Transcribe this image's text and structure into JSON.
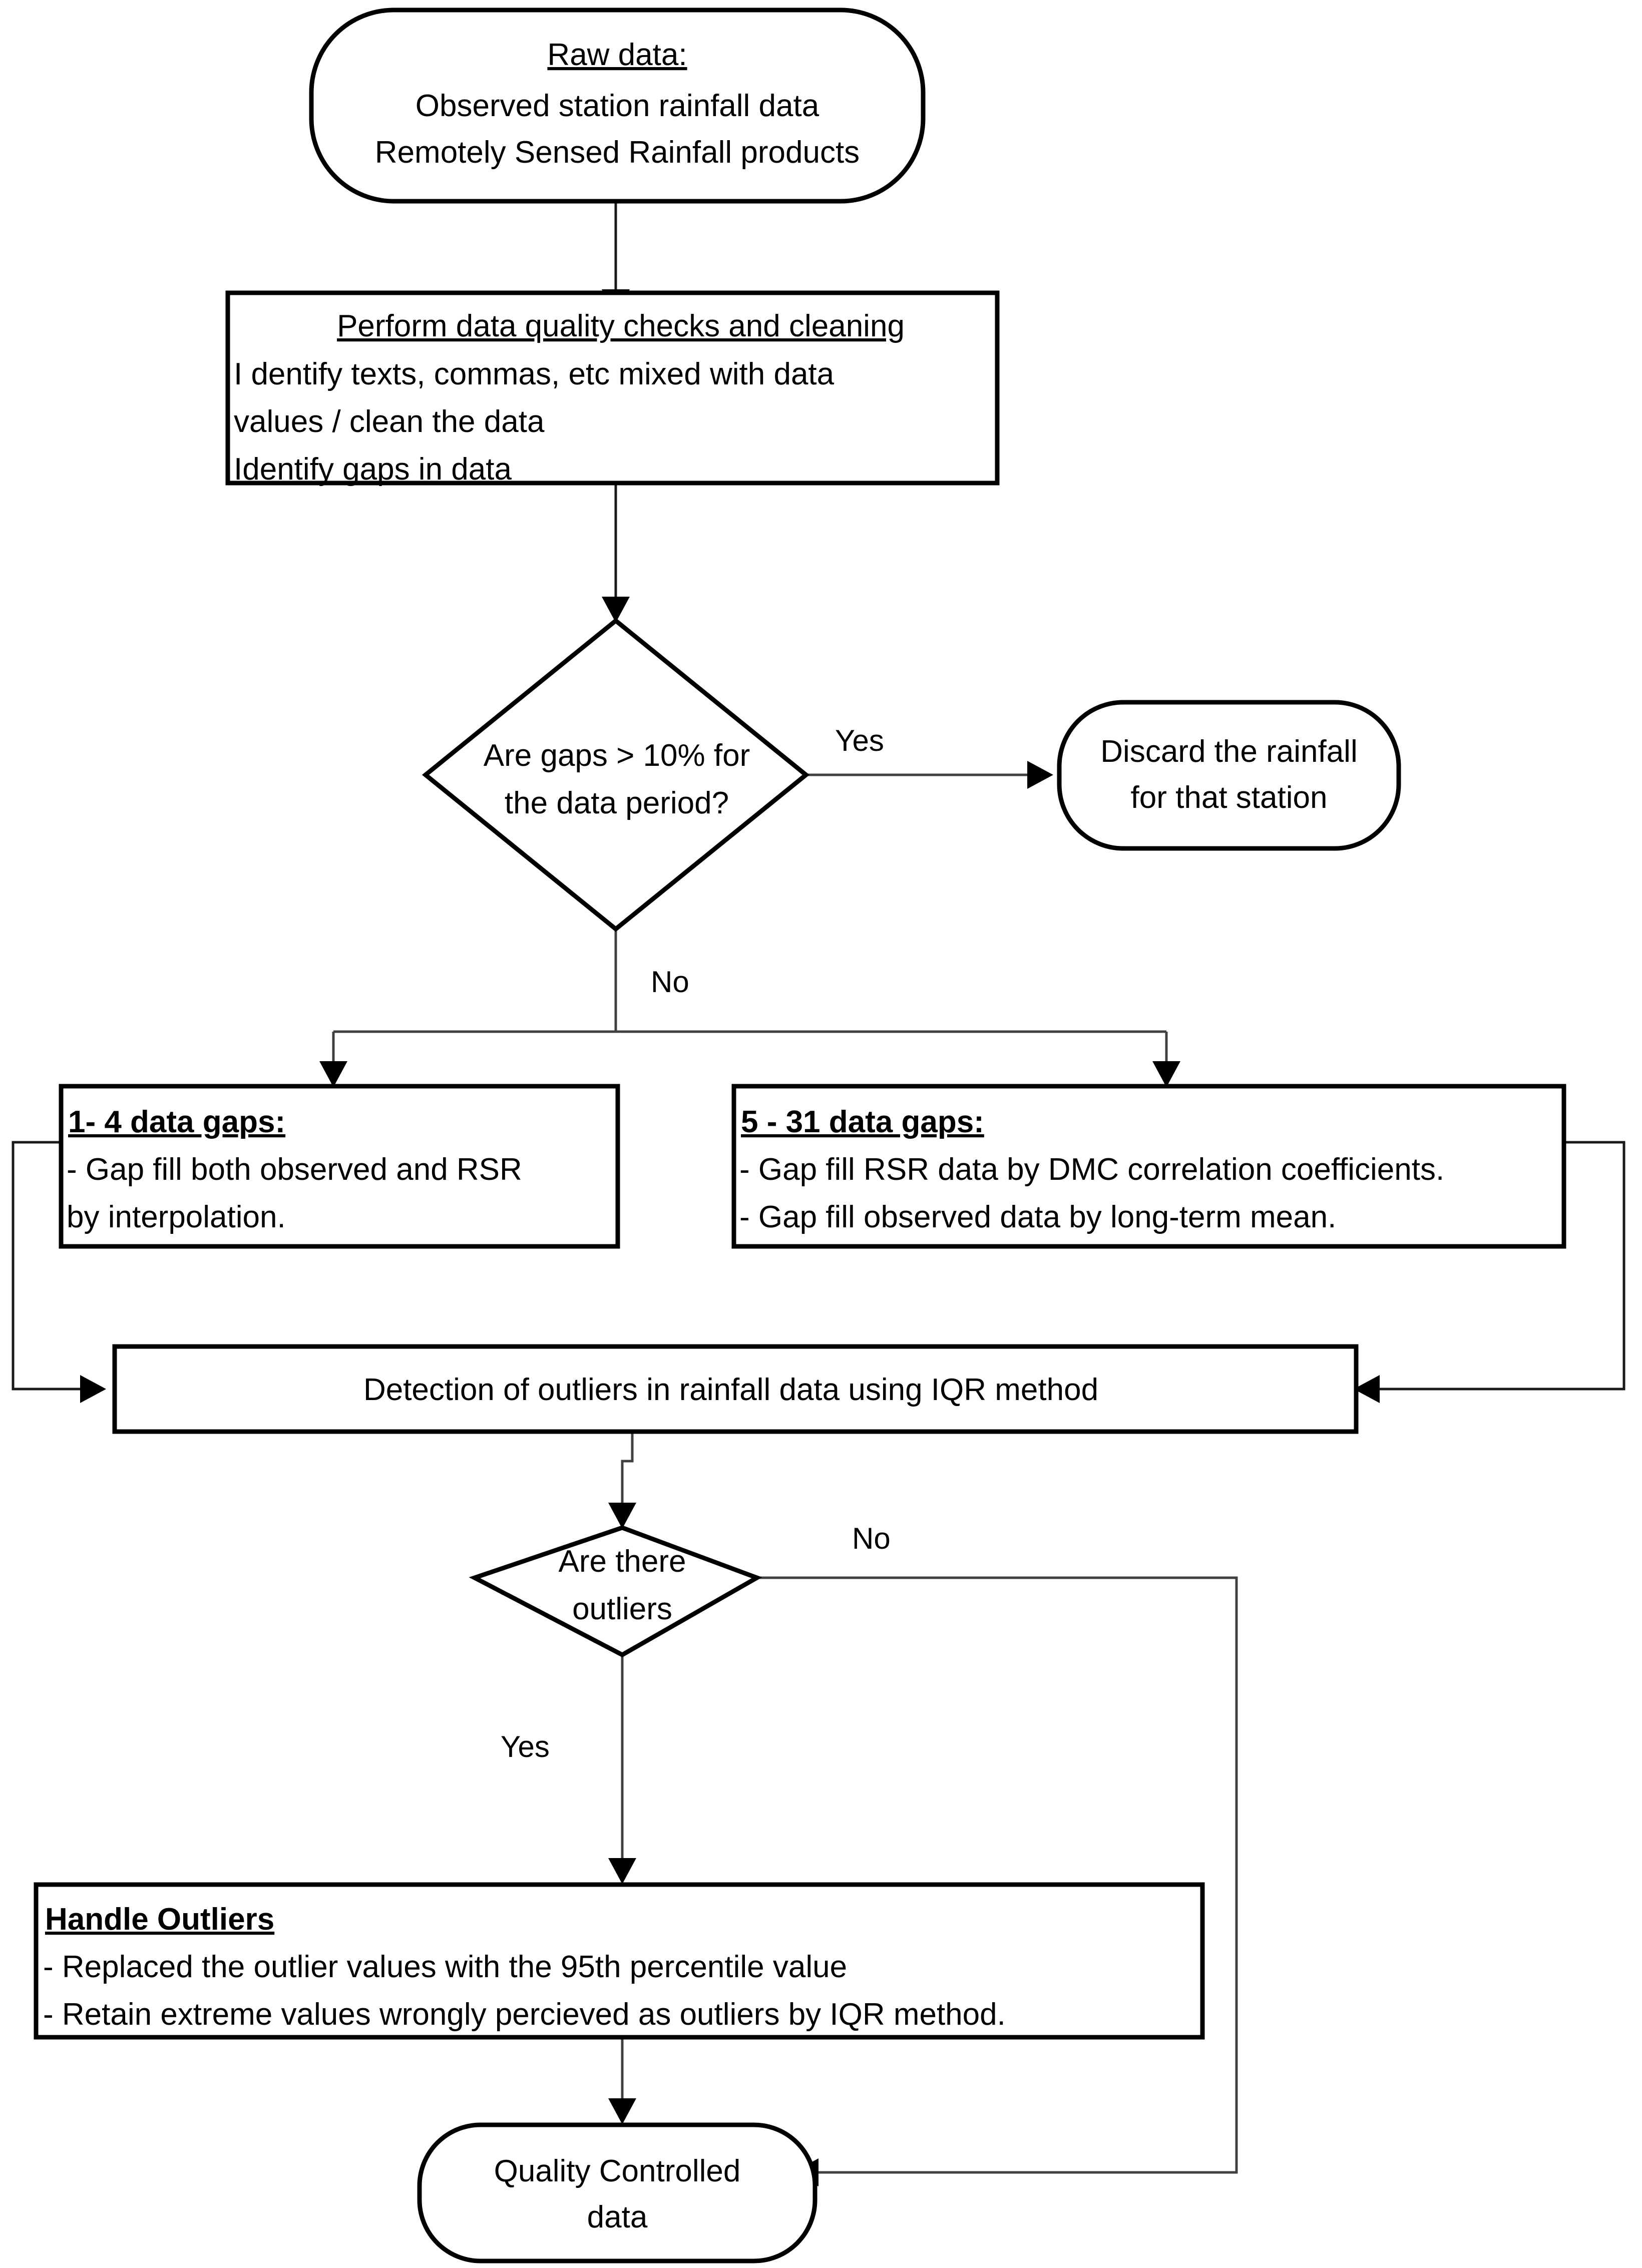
{
  "diagram": {
    "title": "Rainfall data quality control flowchart",
    "type": "flowchart",
    "colors": {
      "stroke": "#000000",
      "fill": "#ffffff",
      "connector": "#404040"
    }
  },
  "nodes": {
    "raw_data": {
      "shape": "rounded",
      "heading": "Raw data:",
      "line1": "Observed station rainfall data",
      "line2": "Remotely Sensed Rainfall products"
    },
    "quality_checks": {
      "shape": "rectangle",
      "heading": "Perform data quality checks and cleaning",
      "line1": "I dentify texts, commas, etc mixed with data",
      "line2": "values / clean the data",
      "line3": "Identify gaps in data"
    },
    "gaps_decision": {
      "shape": "diamond",
      "line1": "Are gaps > 10% for",
      "line2": "the data period?"
    },
    "discard": {
      "shape": "rounded",
      "line1": "Discard the rainfall",
      "line2": "for that station"
    },
    "gaps_1_4": {
      "shape": "rectangle",
      "heading": "1- 4 data gaps:",
      "line1": "- Gap fill both observed and RSR",
      "line2": "by interpolation."
    },
    "gaps_5_31": {
      "shape": "rectangle",
      "heading": "5 - 31 data gaps:",
      "line1": "- Gap fill RSR data by DMC correlation coefficients.",
      "line2": "- Gap fill observed data by long-term mean."
    },
    "iqr_detection": {
      "shape": "rectangle",
      "line1": "Detection of outliers in rainfall data using IQR method"
    },
    "outliers_decision": {
      "shape": "diamond",
      "line1": "Are there",
      "line2": "outliers"
    },
    "handle_outliers": {
      "shape": "rectangle",
      "heading": "Handle Outliers",
      "line1": "- Replaced the outlier values with the 95th percentile value",
      "line2": "- Retain extreme values wrongly percieved as outliers by IQR method."
    },
    "quality_controlled": {
      "shape": "rounded",
      "line1": "Quality Controlled",
      "line2": "data"
    }
  },
  "edge_labels": {
    "gaps_yes": "Yes",
    "gaps_no": "No",
    "outliers_no": "No",
    "outliers_yes": "Yes"
  }
}
